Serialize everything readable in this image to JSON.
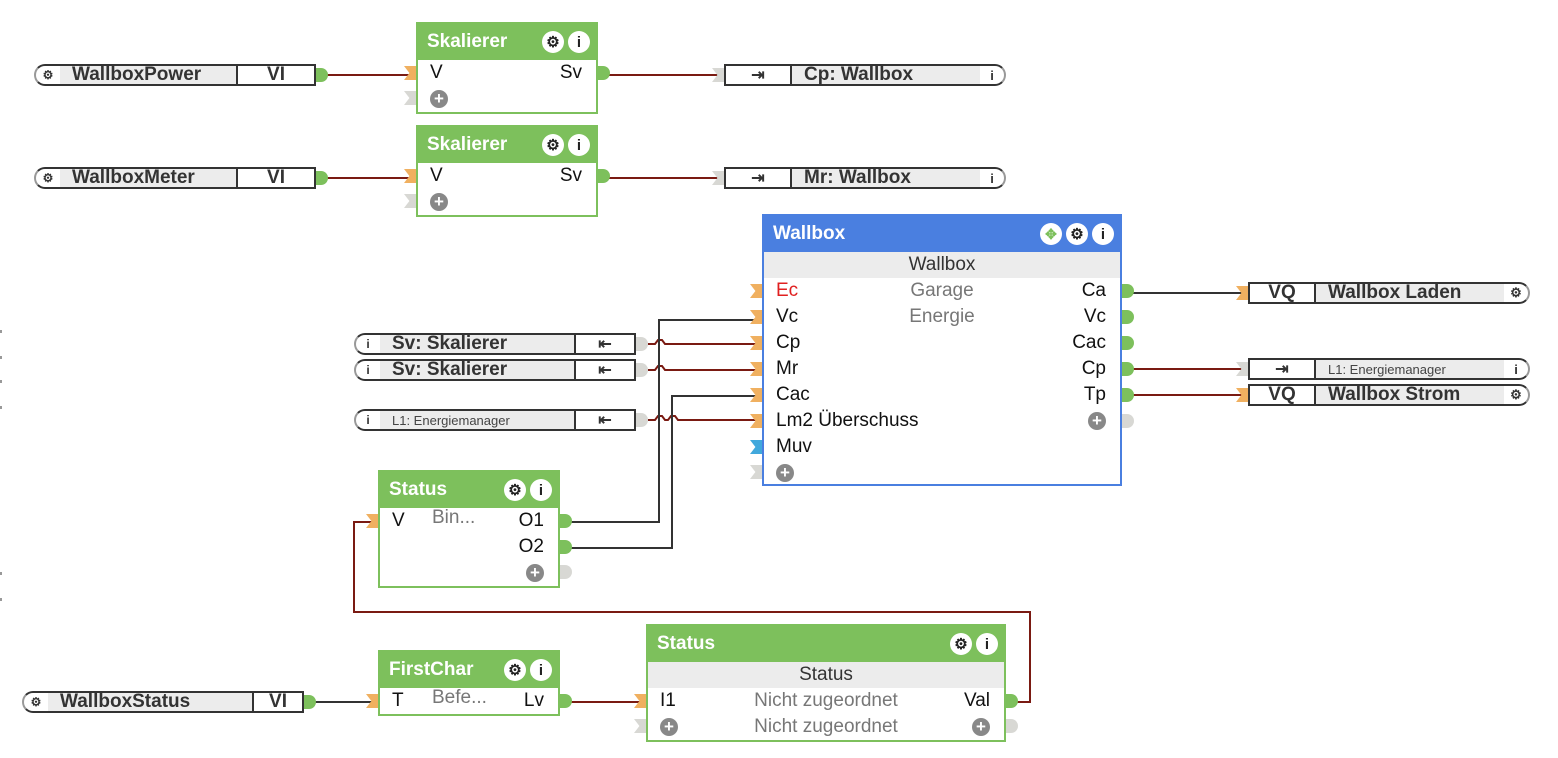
{
  "colors": {
    "block_green": "#7dc05c",
    "block_blue": "#4a7fe0",
    "wire_red": "#7a1a12",
    "wire_dark": "#333333",
    "pin_input": "#f0b060",
    "pin_output": "#7dc05c",
    "pin_unused": "#d8d8d4",
    "pin_blue": "#41a8dc",
    "error_text": "#e02020"
  },
  "source_nodes": [
    {
      "name": "WallboxPower",
      "tag": "VI",
      "icon": "gear-icon"
    },
    {
      "name": "WallboxMeter",
      "tag": "VI",
      "icon": "gear-icon"
    },
    {
      "name": "WallboxStatus",
      "tag": "VI",
      "icon": "gear-icon"
    }
  ],
  "reference_outputs": [
    {
      "name": "Cp: Wallbox",
      "icon": "reference-out-icon",
      "end_icon": "info-icon"
    },
    {
      "name": "Mr: Wallbox",
      "icon": "reference-out-icon",
      "end_icon": "info-icon"
    },
    {
      "name": "L1: Energiemanager",
      "icon": "reference-out-icon",
      "end_icon": "info-icon"
    }
  ],
  "reference_inputs": [
    {
      "name": "Sv: Skalierer",
      "icon": "reference-in-icon",
      "start_icon": "info-icon"
    },
    {
      "name": "Sv: Skalierer",
      "icon": "reference-in-icon",
      "start_icon": "info-icon"
    },
    {
      "name": "L1: Energiemanager",
      "icon": "reference-in-icon",
      "start_icon": "info-icon"
    }
  ],
  "vq_outputs": [
    {
      "tag": "VQ",
      "name": "Wallbox Laden",
      "icon": "gear-icon"
    },
    {
      "tag": "VQ",
      "name": "Wallbox Strom",
      "icon": "gear-icon"
    }
  ],
  "blocks": {
    "skalierer1": {
      "title": "Skalierer",
      "in": "V",
      "out": "Sv"
    },
    "skalierer2": {
      "title": "Skalierer",
      "in": "V",
      "out": "Sv"
    },
    "wallbox": {
      "title": "Wallbox",
      "subtitle": "Wallbox",
      "inputs": [
        "Ec",
        "Vc",
        "Cp",
        "Mr",
        "Cac",
        "Lm2 Überschuss",
        "Muv"
      ],
      "middle": [
        "Garage",
        "Energie"
      ],
      "outputs": [
        "Ca",
        "Vc",
        "Cac",
        "Cp",
        "Tp"
      ]
    },
    "status_bin": {
      "title": "Status",
      "in": "V",
      "param": "Bin...",
      "outputs": [
        "O1",
        "O2"
      ]
    },
    "firstchar": {
      "title": "FirstChar",
      "in": "T",
      "param": "Befe...",
      "out": "Lv"
    },
    "status_val": {
      "title": "Status",
      "subtitle": "Status",
      "in": "I1",
      "rows": [
        "Nicht zugeordnet",
        "Nicht zugeordnet"
      ],
      "out": "Val"
    }
  },
  "icons": {
    "gear": "⚙",
    "info": "i",
    "move": "✥",
    "plus": "+"
  }
}
